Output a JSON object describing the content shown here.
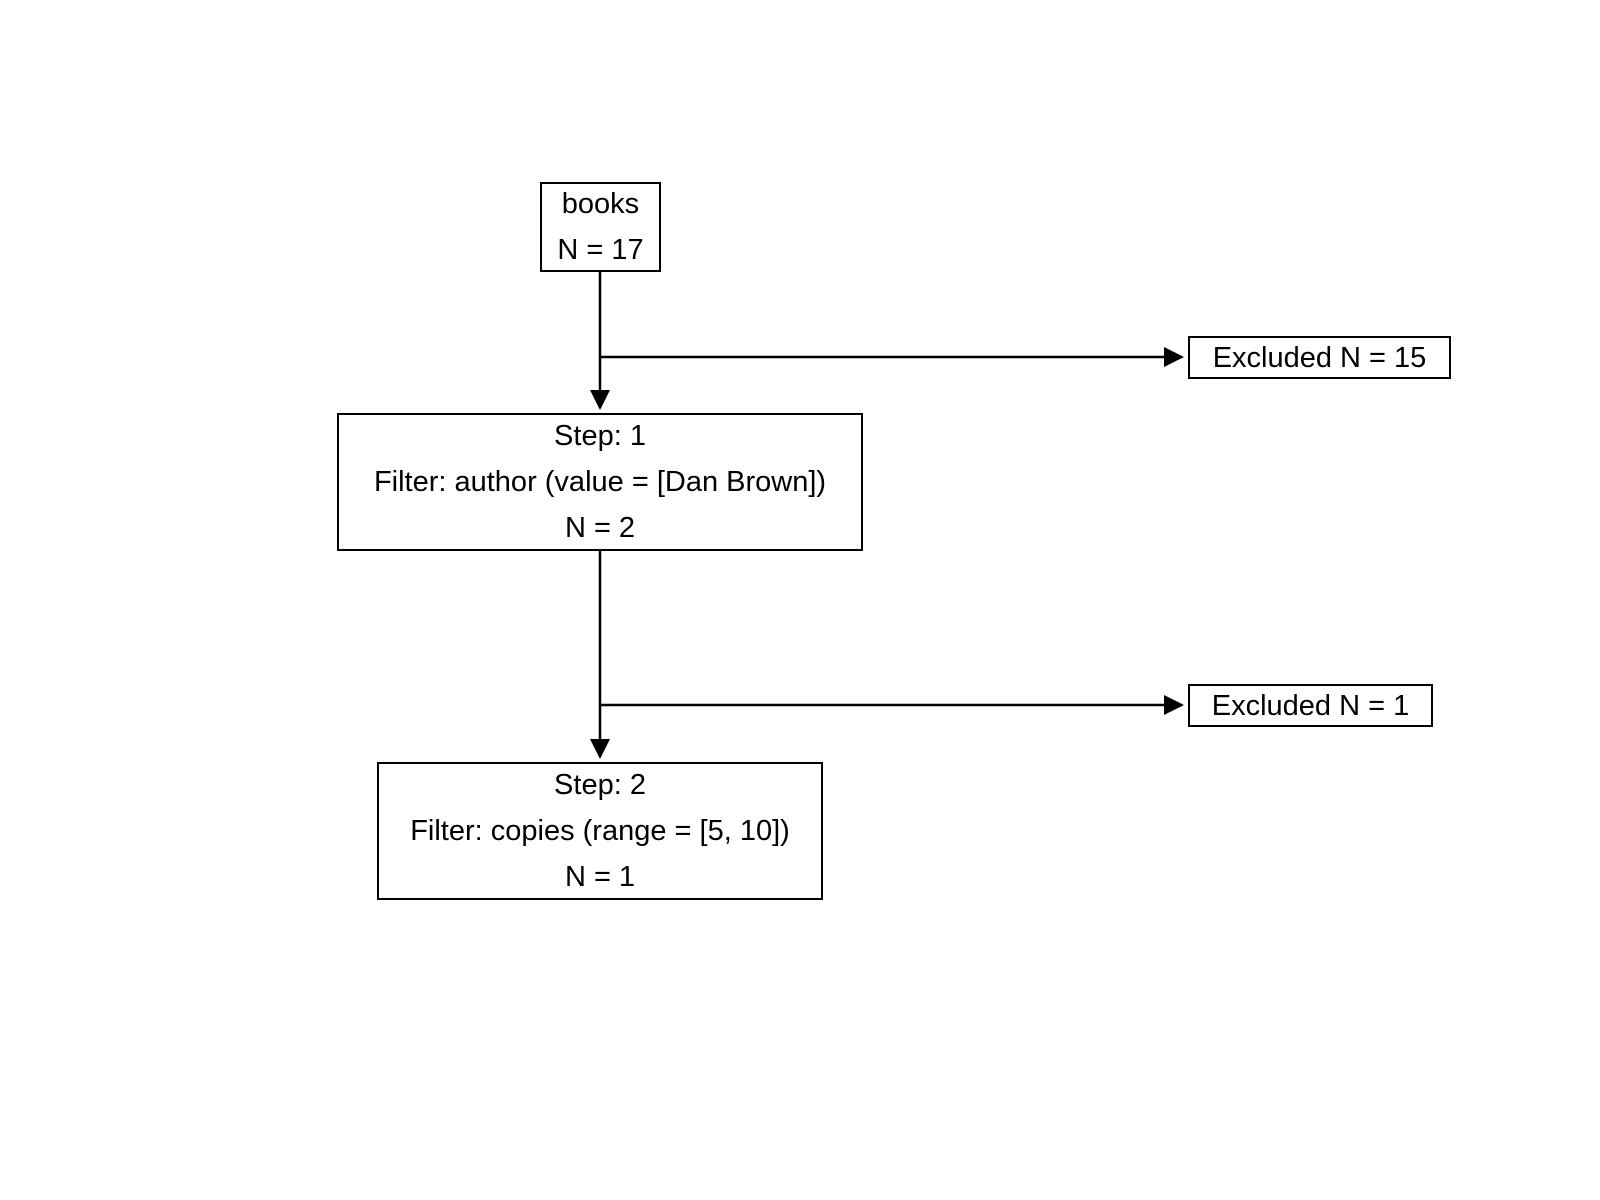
{
  "diagram": {
    "type": "flowchart",
    "nodes": {
      "source": {
        "lines": [
          "books",
          "N = 17"
        ]
      },
      "step1": {
        "lines": [
          "Step: 1",
          "Filter: author (value = [Dan Brown])",
          "N = 2"
        ]
      },
      "excluded1": {
        "lines": [
          "Excluded N = 15"
        ]
      },
      "step2": {
        "lines": [
          "Step: 2",
          "Filter: copies (range = [5, 10])",
          "N = 1"
        ]
      },
      "excluded2": {
        "lines": [
          "Excluded N = 1"
        ]
      }
    },
    "edges": [
      {
        "from": "source",
        "to": "step1"
      },
      {
        "from": "source",
        "to": "excluded1"
      },
      {
        "from": "step1",
        "to": "step2"
      },
      {
        "from": "step1",
        "to": "excluded2"
      }
    ],
    "line_color": "#000000",
    "box_background": "#ffffff"
  }
}
